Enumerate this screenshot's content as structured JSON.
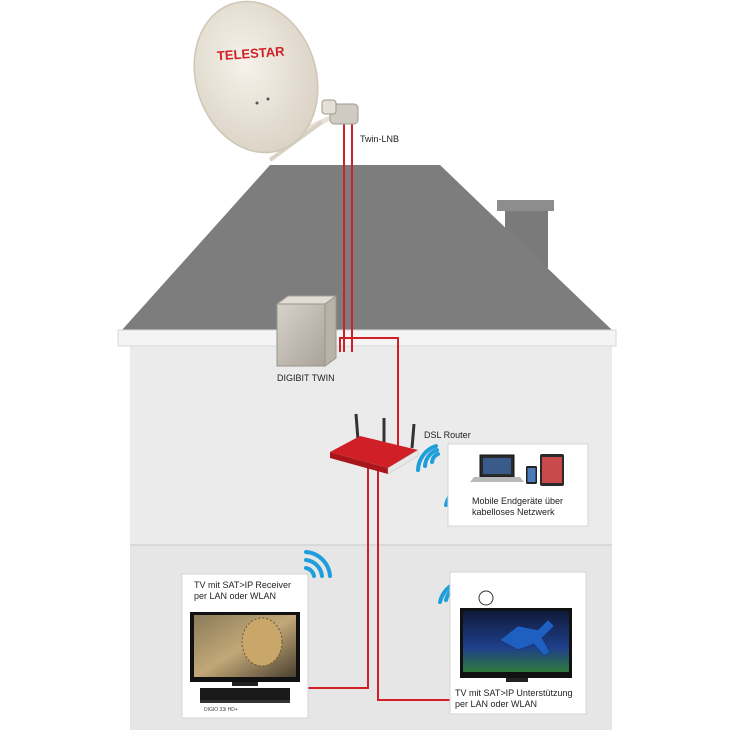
{
  "diagram": {
    "brand": "TELESTAR",
    "lnb_label": "Twin-LNB",
    "multiswitch_label": "DIGIBIT TWIN",
    "router_label": "DSL Router",
    "mobile_label_line1": "Mobile Endgeräte über",
    "mobile_label_line2": "kabelloses Netzwerk",
    "tv1_label_line1": "TV mit SAT>IP Receiver",
    "tv1_label_line2": "per LAN oder WLAN",
    "tv2_label_line1": "TV mit SAT>IP Unterstützung",
    "tv2_label_line2": "per LAN oder WLAN",
    "receiver_model": "DIGIO 33i HD+",
    "colors": {
      "cable": "#d01f26",
      "roof": "#7d7d7d",
      "wall": "#ebebeb",
      "wifi": "#1e9fdc",
      "dish": "#ece6dc"
    }
  }
}
